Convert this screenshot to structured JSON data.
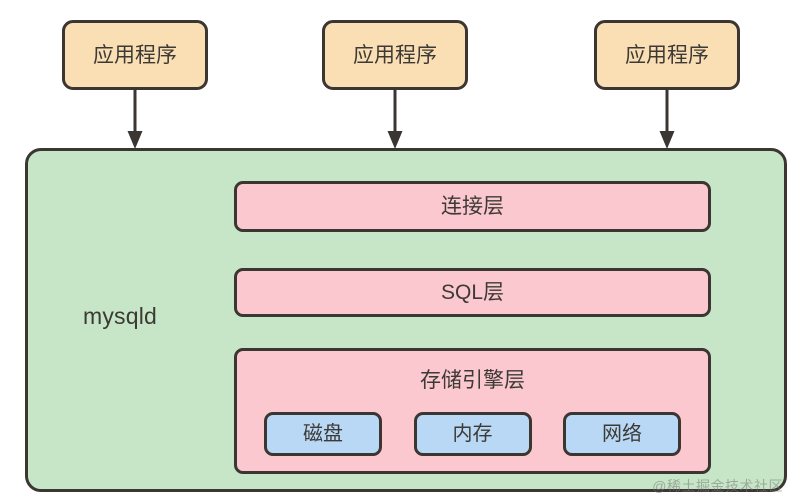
{
  "diagram": {
    "title": "MySQL mysqld architecture layers",
    "colors": {
      "app_box_fill": "#fadfb4",
      "container_fill": "#c7e6c7",
      "layer_fill": "#fbc8d0",
      "sub_box_fill": "#b8d8f5",
      "stroke": "#3b3632",
      "text": "#3d3a36",
      "watermark": "#787878"
    },
    "clients": [
      {
        "label": "应用程序"
      },
      {
        "label": "应用程序"
      },
      {
        "label": "应用程序"
      }
    ],
    "arrows": [
      {
        "name": "arrow-client-1-to-mysqld",
        "direction": "down"
      },
      {
        "name": "arrow-client-2-to-mysqld",
        "direction": "down"
      },
      {
        "name": "arrow-client-3-to-mysqld",
        "direction": "down"
      }
    ],
    "server": {
      "label": "mysqld",
      "layers": [
        {
          "label": "连接层",
          "components": []
        },
        {
          "label": "SQL层",
          "components": []
        },
        {
          "label": "存储引擎层",
          "components": [
            {
              "label": "磁盘"
            },
            {
              "label": "内存"
            },
            {
              "label": "网络"
            }
          ]
        }
      ]
    },
    "watermark": "@稀土掘金技术社区"
  }
}
